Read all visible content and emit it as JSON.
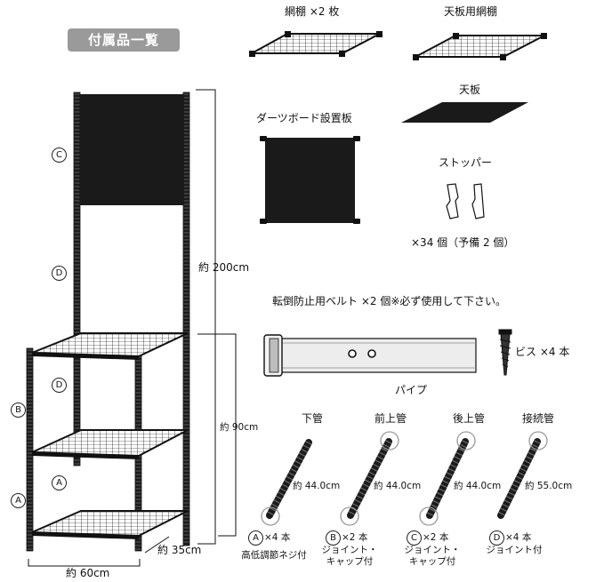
{
  "header": {
    "title": "付属品一覧"
  },
  "parts": {
    "mesh_shelf": "網棚 ×2 枚",
    "top_mesh_shelf": "天板用網棚",
    "top_board": "天板",
    "dartboard_mount": "ダーツボード設置板",
    "stopper": "ストッパー",
    "stopper_qty": "×34 個（予備 2 個）",
    "belt": "転倒防止用ベルト ×2 個※必ず使用して下さい。",
    "screw": "ビス ×4 本",
    "pipe_heading": "パイプ"
  },
  "dimensions": {
    "height_total": "約 200cm",
    "height_lower": "約 90cm",
    "depth": "約 35cm",
    "width": "約 60cm"
  },
  "rack_markers": {
    "c": "C",
    "d_upper": "D",
    "d_mid": "D",
    "b": "B",
    "a_upper": "A",
    "a_lower": "A"
  },
  "pipes": [
    {
      "name": "下管",
      "length": "約 44.0cm",
      "marker": "A",
      "qty": "×4 本",
      "note1": "高低調節ネジ付",
      "note2": ""
    },
    {
      "name": "前上管",
      "length": "約 44.0cm",
      "marker": "B",
      "qty": "×2 本",
      "note1": "ジョイント・",
      "note2": "キャップ付"
    },
    {
      "name": "後上管",
      "length": "約 44.0cm",
      "marker": "C",
      "qty": "×2 本",
      "note1": "ジョイント・",
      "note2": "キャップ付"
    },
    {
      "name": "接続管",
      "length": "約 55.0cm",
      "marker": "D",
      "qty": "×4 本",
      "note1": "ジョイント付",
      "note2": ""
    }
  ],
  "colors": {
    "ink": "#111111",
    "badge": "#9a9a9a",
    "board": "#1a1a1a",
    "belt": "#ececec"
  }
}
